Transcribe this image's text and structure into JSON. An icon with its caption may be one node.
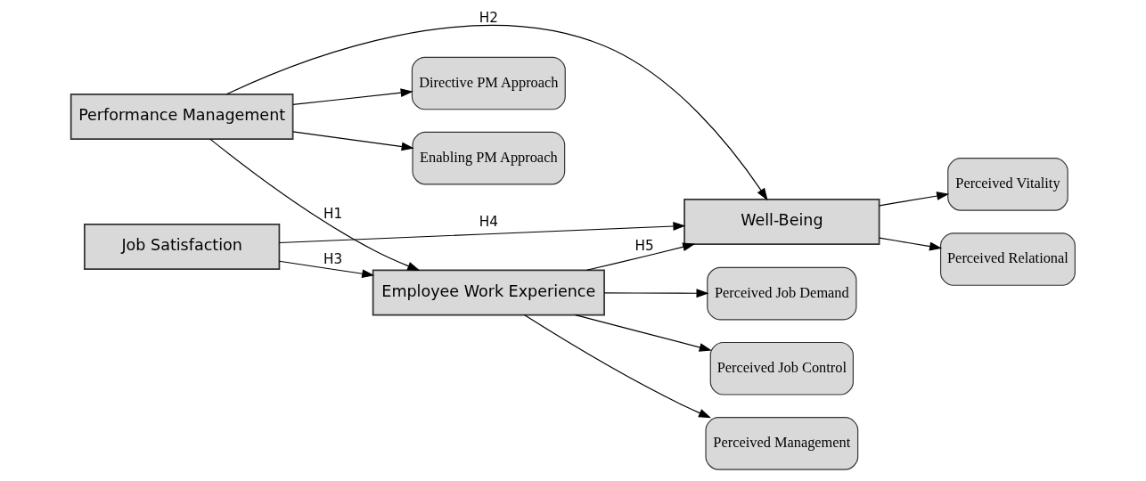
{
  "diagram": {
    "nodes": [
      {
        "text": [
          "Directive PM Approach"
        ]
      },
      {
        "text": [
          "Enabling PM Approach"
        ]
      },
      {
        "text": [
          "Perceived Job Demand"
        ]
      },
      {
        "text": [
          "Perceived Job Control"
        ]
      },
      {
        "text": [
          "Perceived Management"
        ]
      },
      {
        "text": [
          "Performance Management"
        ]
      },
      {
        "text": [
          "Employee Work Experience"
        ]
      },
      {
        "text": [
          "Well-Being"
        ]
      },
      {
        "text": [
          "Job Satisfaction"
        ]
      },
      {
        "text": [
          "Perceived Vitality"
        ]
      },
      {
        "text": [
          "Perceived Relational"
        ]
      }
    ],
    "edges": [
      {
        "from": 5,
        "to": 0,
        "arrow": "to"
      },
      {
        "from": 5,
        "to": 1,
        "arrow": "to"
      },
      {
        "from": 6,
        "to": 2,
        "arrow": "to"
      },
      {
        "from": 6,
        "to": 3,
        "arrow": "to"
      },
      {
        "from": 6,
        "to": 4,
        "arrow": "to"
      },
      {
        "from": 5,
        "to": 6,
        "arrow": "to",
        "label": "H1"
      },
      {
        "from": 8,
        "to": 6,
        "arrow": "to",
        "label": "H3"
      },
      {
        "from": 6,
        "to": 7,
        "arrow": "to",
        "label": "H5"
      },
      {
        "from": 5,
        "to": 7,
        "arrow": "to",
        "label": "H2"
      },
      {
        "from": 8,
        "to": 7,
        "arrow": "to",
        "label": "H4"
      },
      {
        "from": 7,
        "to": 9,
        "arrow": "to"
      },
      {
        "from": 7,
        "to": 10,
        "arrow": "to"
      }
    ]
  }
}
